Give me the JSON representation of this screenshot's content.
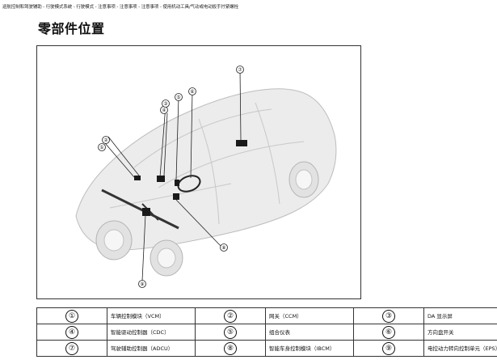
{
  "breadcrumb": "巡航控制和驾驶辅助 - 行驶模式系统 - 行驶模式 - 注意事项 - 注意事项 - 注意事项 - 使用机动工具/气动或电动扳手拧紧螺栓",
  "page_title": "零部件位置",
  "figure": {
    "callouts": [
      "①",
      "②",
      "③",
      "④",
      "⑤",
      "⑥",
      "⑦",
      "⑧",
      "⑨"
    ]
  },
  "legend": [
    [
      {
        "num": "①",
        "label": "车辆控制模块（VCM）"
      },
      {
        "num": "②",
        "label": "网关（CCM）"
      },
      {
        "num": "③",
        "label": "DA 显示屏"
      }
    ],
    [
      {
        "num": "④",
        "label": "智能驱动控制器（CDC）"
      },
      {
        "num": "⑤",
        "label": "组合仪表"
      },
      {
        "num": "⑥",
        "label": "方向盘开关"
      }
    ],
    [
      {
        "num": "⑦",
        "label": "驾驶辅助控制器（ADCU）"
      },
      {
        "num": "⑧",
        "label": "智能车身控制模块（IBCM）"
      },
      {
        "num": "⑨",
        "label": "电控动力转向控制单元（EPS）"
      }
    ]
  ]
}
